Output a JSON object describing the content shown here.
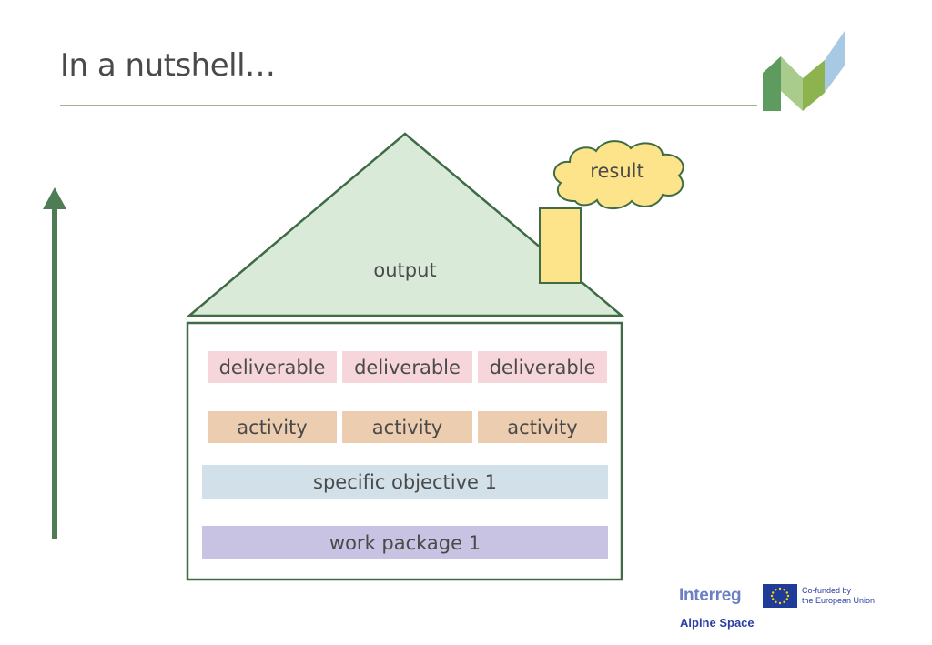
{
  "slide": {
    "title": "In a nutshell…"
  },
  "diagram": {
    "result_label": "result",
    "output_label": "output",
    "deliverables": [
      "deliverable",
      "deliverable",
      "deliverable"
    ],
    "activities": [
      "activity",
      "activity",
      "activity"
    ],
    "objective_label": "specific objective 1",
    "work_package_label": "work package 1"
  },
  "footer": {
    "interreg": "Interreg",
    "alpine_space": "Alpine Space",
    "eu_line1": "Co-funded by",
    "eu_line2": "the European Union"
  },
  "colors": {
    "roof": "#d9ead9",
    "outline": "#3f6b45",
    "arrow": "#4e7c55",
    "chimney": "#fde38a",
    "cloud": "#fde38a",
    "deliverable": "#f6d6da",
    "activity": "#eccdb0",
    "objective": "#d2e0e9",
    "work_package": "#c8c3e2"
  }
}
